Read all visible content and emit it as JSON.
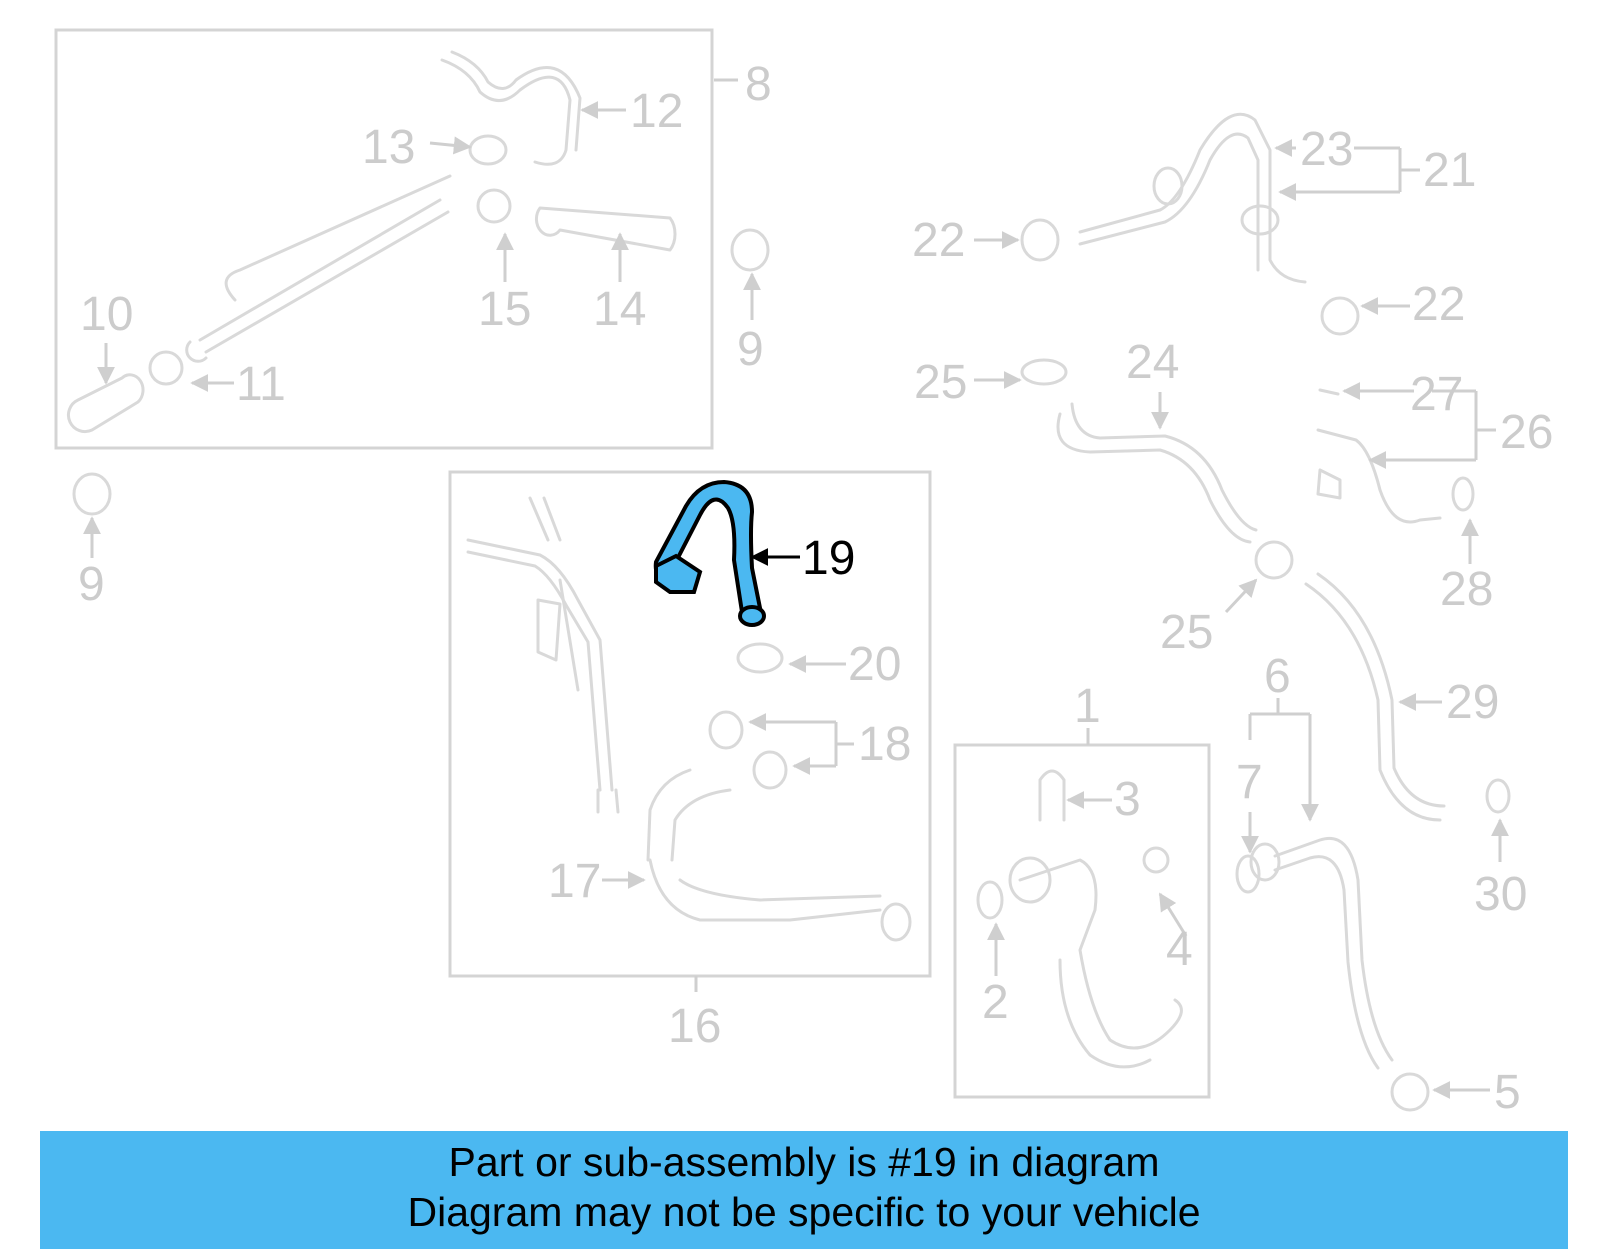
{
  "diagram": {
    "highlight_color": "#4bb8f1",
    "part_color": "#d9d9d9",
    "label_color": "#cccccc",
    "highlighted_part": {
      "number": "19"
    },
    "labels": {
      "l1": "1",
      "l2": "2",
      "l3": "3",
      "l4": "4",
      "l5": "5",
      "l6": "6",
      "l7": "7",
      "l8": "8",
      "l9a": "9",
      "l9b": "9",
      "l10": "10",
      "l11": "11",
      "l12": "12",
      "l13": "13",
      "l14": "14",
      "l15": "15",
      "l16": "16",
      "l17": "17",
      "l18": "18",
      "l19": "19",
      "l20": "20",
      "l21": "21",
      "l22a": "22",
      "l22b": "22",
      "l23": "23",
      "l24": "24",
      "l25a": "25",
      "l25b": "25",
      "l26": "26",
      "l27": "27",
      "l28": "28",
      "l29": "29",
      "l30": "30"
    }
  },
  "banner": {
    "background": "#4bb8f1",
    "line1": "Part or sub-assembly is #19 in diagram",
    "line2": "Diagram may not be specific to your vehicle"
  }
}
